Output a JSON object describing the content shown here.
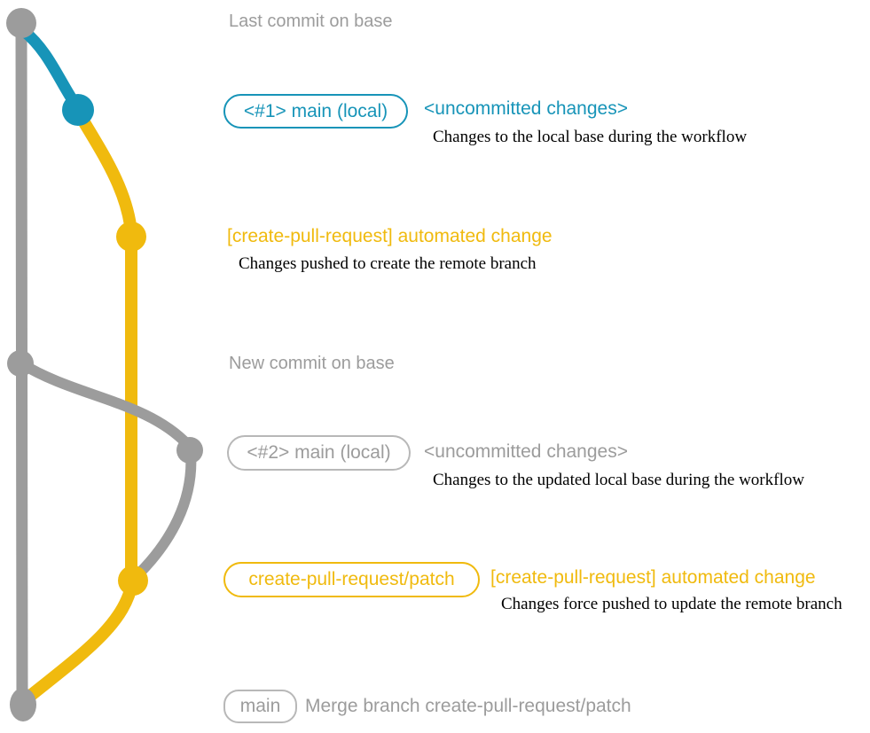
{
  "colors": {
    "teal": "#1794b8",
    "yellow": "#f0ba0e",
    "gray": "#9c9c9c",
    "badge_gray_border": "#b8b8b8",
    "text_black": "#000000"
  },
  "graph": {
    "nodes": [
      {
        "name": "last-commit-on-base",
        "color": "gray"
      },
      {
        "name": "main-local-1",
        "color": "teal"
      },
      {
        "name": "automated-change-1",
        "color": "yellow"
      },
      {
        "name": "new-commit-on-base",
        "color": "gray"
      },
      {
        "name": "main-local-2",
        "color": "gray"
      },
      {
        "name": "automated-change-2",
        "color": "yellow"
      },
      {
        "name": "merge-commit",
        "color": "gray"
      }
    ]
  },
  "annotations": {
    "last_commit": {
      "title": "Last commit on base"
    },
    "local_main_1": {
      "badge": "<#1> main (local)",
      "status": "<uncommitted changes>",
      "description": "Changes to the local base during the workflow"
    },
    "automated_change_1": {
      "title": "[create-pull-request] automated change",
      "description": "Changes pushed to create the remote branch"
    },
    "new_commit": {
      "title": "New commit on base"
    },
    "local_main_2": {
      "badge": "<#2> main (local)",
      "status": "<uncommitted changes>",
      "description": "Changes to the updated local base during the workflow"
    },
    "automated_change_2": {
      "badge": "create-pull-request/patch",
      "title": "[create-pull-request] automated change",
      "description": "Changes force pushed to update the remote branch"
    },
    "merge": {
      "badge": "main",
      "title": "Merge branch create-pull-request/patch"
    }
  }
}
